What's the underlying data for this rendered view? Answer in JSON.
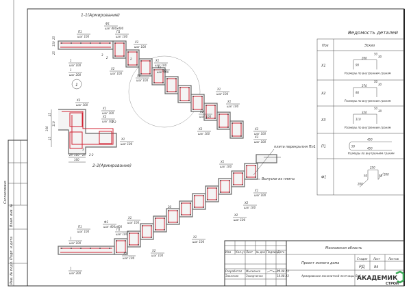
{
  "drawing": {
    "section_1_title": "1-1(Армирование)",
    "section_2_title": "2-2(Армирование)",
    "node_marker": "1",
    "slab_label": "плита перекрытия Пл1",
    "outlets_label": "Выпуски из плиты",
    "labels_1": [
      {
        "mark": "П1",
        "step": "шаг 100"
      },
      {
        "mark": "Ф1",
        "step": "шаг 400х400"
      },
      {
        "mark": "П1",
        "step": "шаг 100"
      },
      {
        "mark": "Х1",
        "step": "шаг 100"
      },
      {
        "mark": "1",
        "step": "шаг 100"
      },
      {
        "mark": "1",
        "step": "шаг 200"
      },
      {
        "mark": "Х2",
        "step": "шаг 100"
      },
      {
        "mark": "Х2",
        "step": "шаг 100"
      },
      {
        "mark": "Х1",
        "step": "шаг 100"
      },
      {
        "mark": "Х1",
        "step": "шаг 100"
      },
      {
        "mark": "Х1",
        "step": "шаг 100"
      },
      {
        "mark": "Х1",
        "step": "шаг 100"
      },
      {
        "mark": "Х2",
        "step": "шаг 100"
      },
      {
        "mark": "Х2",
        "step": "шаг 100"
      },
      {
        "mark": "Х3",
        "step": "шаг 100"
      },
      {
        "mark": "Х3",
        "step": "шаг 100"
      }
    ],
    "labels_node": [
      {
        "mark": "Х2",
        "step": "шаг 100"
      },
      {
        "mark": "Х1",
        "step": "шаг 100"
      },
      {
        "mark": "Х2",
        "step": "шаг 100"
      },
      {
        "mark": "Х1",
        "step": "шаг 100"
      }
    ],
    "labels_2": [
      {
        "mark": "П1",
        "step": "шаг 100"
      },
      {
        "mark": "Ф1",
        "step": "шаг 400х400"
      },
      {
        "mark": "П1",
        "step": "шаг 100"
      },
      {
        "mark": "Х1",
        "step": "шаг 100"
      },
      {
        "mark": "1",
        "step": "шаг 100"
      },
      {
        "mark": "1",
        "step": "шаг 200"
      },
      {
        "mark": "Х2",
        "step": "шаг 100"
      },
      {
        "mark": "Х2",
        "step": "шаг 100"
      },
      {
        "mark": "Х1",
        "step": "шаг 100"
      },
      {
        "mark": "Х1",
        "step": "шаг 100"
      },
      {
        "mark": "Х2",
        "step": "шаг 100"
      },
      {
        "mark": "Х2",
        "step": "шаг 100"
      },
      {
        "mark": "Х1",
        "step": "шаг 100"
      }
    ],
    "dims_node": [
      "25",
      "110",
      "25",
      "160",
      "25",
      "110",
      "25",
      "160"
    ],
    "dims_1": [
      "25",
      "150",
      "25"
    ],
    "leader_nums": [
      "2",
      "2",
      "3",
      "3",
      "2-2",
      "2-2",
      "30",
      "30"
    ]
  },
  "schedule": {
    "title": "Ведомость деталей",
    "col_pos": "Поз",
    "col_sketch": "Эскиз",
    "note": "Размеры по внутренним граням",
    "rows": [
      {
        "pos": "Х1",
        "dims": [
          "260",
          "50",
          "30",
          "90"
        ]
      },
      {
        "pos": "Х2",
        "dims": [
          "370",
          "50",
          "30",
          "90"
        ]
      },
      {
        "pos": "Х3",
        "dims": [
          "320",
          "50",
          "30",
          "110"
        ]
      },
      {
        "pos": "П1",
        "dims": [
          "450",
          "450",
          "50"
        ]
      },
      {
        "pos": "Ф1",
        "dims": [
          "250",
          "50",
          "50",
          "200",
          "200"
        ]
      }
    ]
  },
  "side_stamp": {
    "agreed": "Согласовано",
    "inv_replaced": "Взам. инв. №",
    "sign_date": "Подп. и дата",
    "inv_orig": "Инв. № подл."
  },
  "title_block": {
    "headers": [
      "Изм",
      "Кол.уч",
      "Лист",
      "№ док",
      "Подпись",
      "Дата"
    ],
    "developed_label": "Разработал",
    "developed_name": "Мысеенко",
    "developed_date": "18.08.23",
    "customer_label": "Заказчик",
    "customer_name": "Захарченко",
    "customer_date": "18.08.23",
    "region": "Московская область",
    "project": "Проект жилого дома",
    "stage_h": "Стадия",
    "sheet_h": "Лист",
    "sheets_h": "Листов",
    "stage": "РД",
    "sheet": "84",
    "sheet_title": "Армирование монолитной лестницы Лм1",
    "logo_main": "АКАДЕМИК",
    "logo_sub": "СТРОЙ",
    "logo_color": "#3aa856"
  }
}
